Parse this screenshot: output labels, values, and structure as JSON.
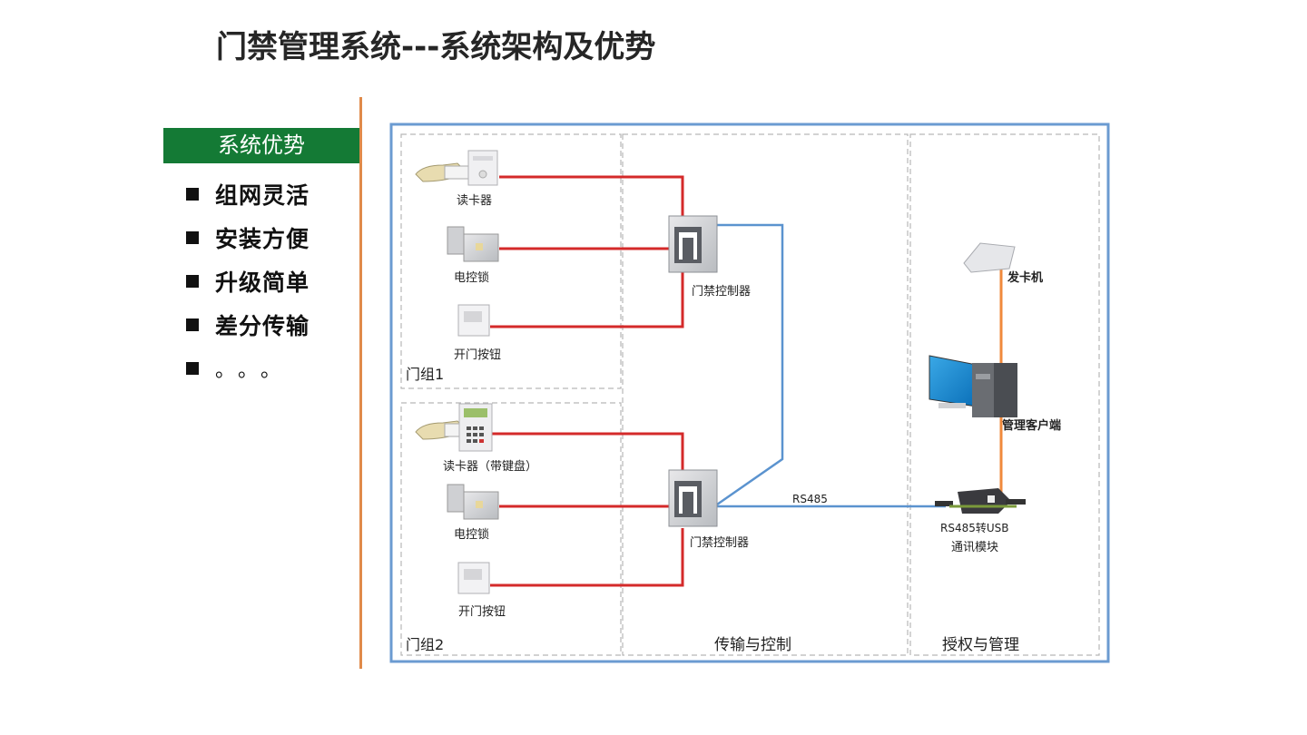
{
  "title": "门禁管理系统---系统架构及优势",
  "panel": {
    "header": "系统优势",
    "bullets": [
      "组网灵活",
      "安装方便",
      "升级简单",
      "差分传输",
      "。。。"
    ]
  },
  "colors": {
    "panel_green": "#147a35",
    "divider_orange": "#e08a4a",
    "frame_blue": "#6b9bd1",
    "wire_red": "#d42a2a",
    "bus_blue": "#5b93cf",
    "usb_orange": "#f08a3c"
  },
  "diagram": {
    "zones": {
      "door_group_1": "门组1",
      "door_group_2": "门组2",
      "transmission": "传输与控制",
      "management": "授权与管理"
    },
    "group1": {
      "reader": "读卡器",
      "lock": "电控锁",
      "button": "开门按钮"
    },
    "group2": {
      "reader": "读卡器（带键盘）",
      "lock": "电控锁",
      "button": "开门按钮"
    },
    "controller_1": "门禁控制器",
    "controller_2": "门禁控制器",
    "bus_label": "RS485",
    "card_issuer": "发卡机",
    "client": "管理客户端",
    "converter_line1": "RS485转USB",
    "converter_line2": "通讯模块"
  }
}
